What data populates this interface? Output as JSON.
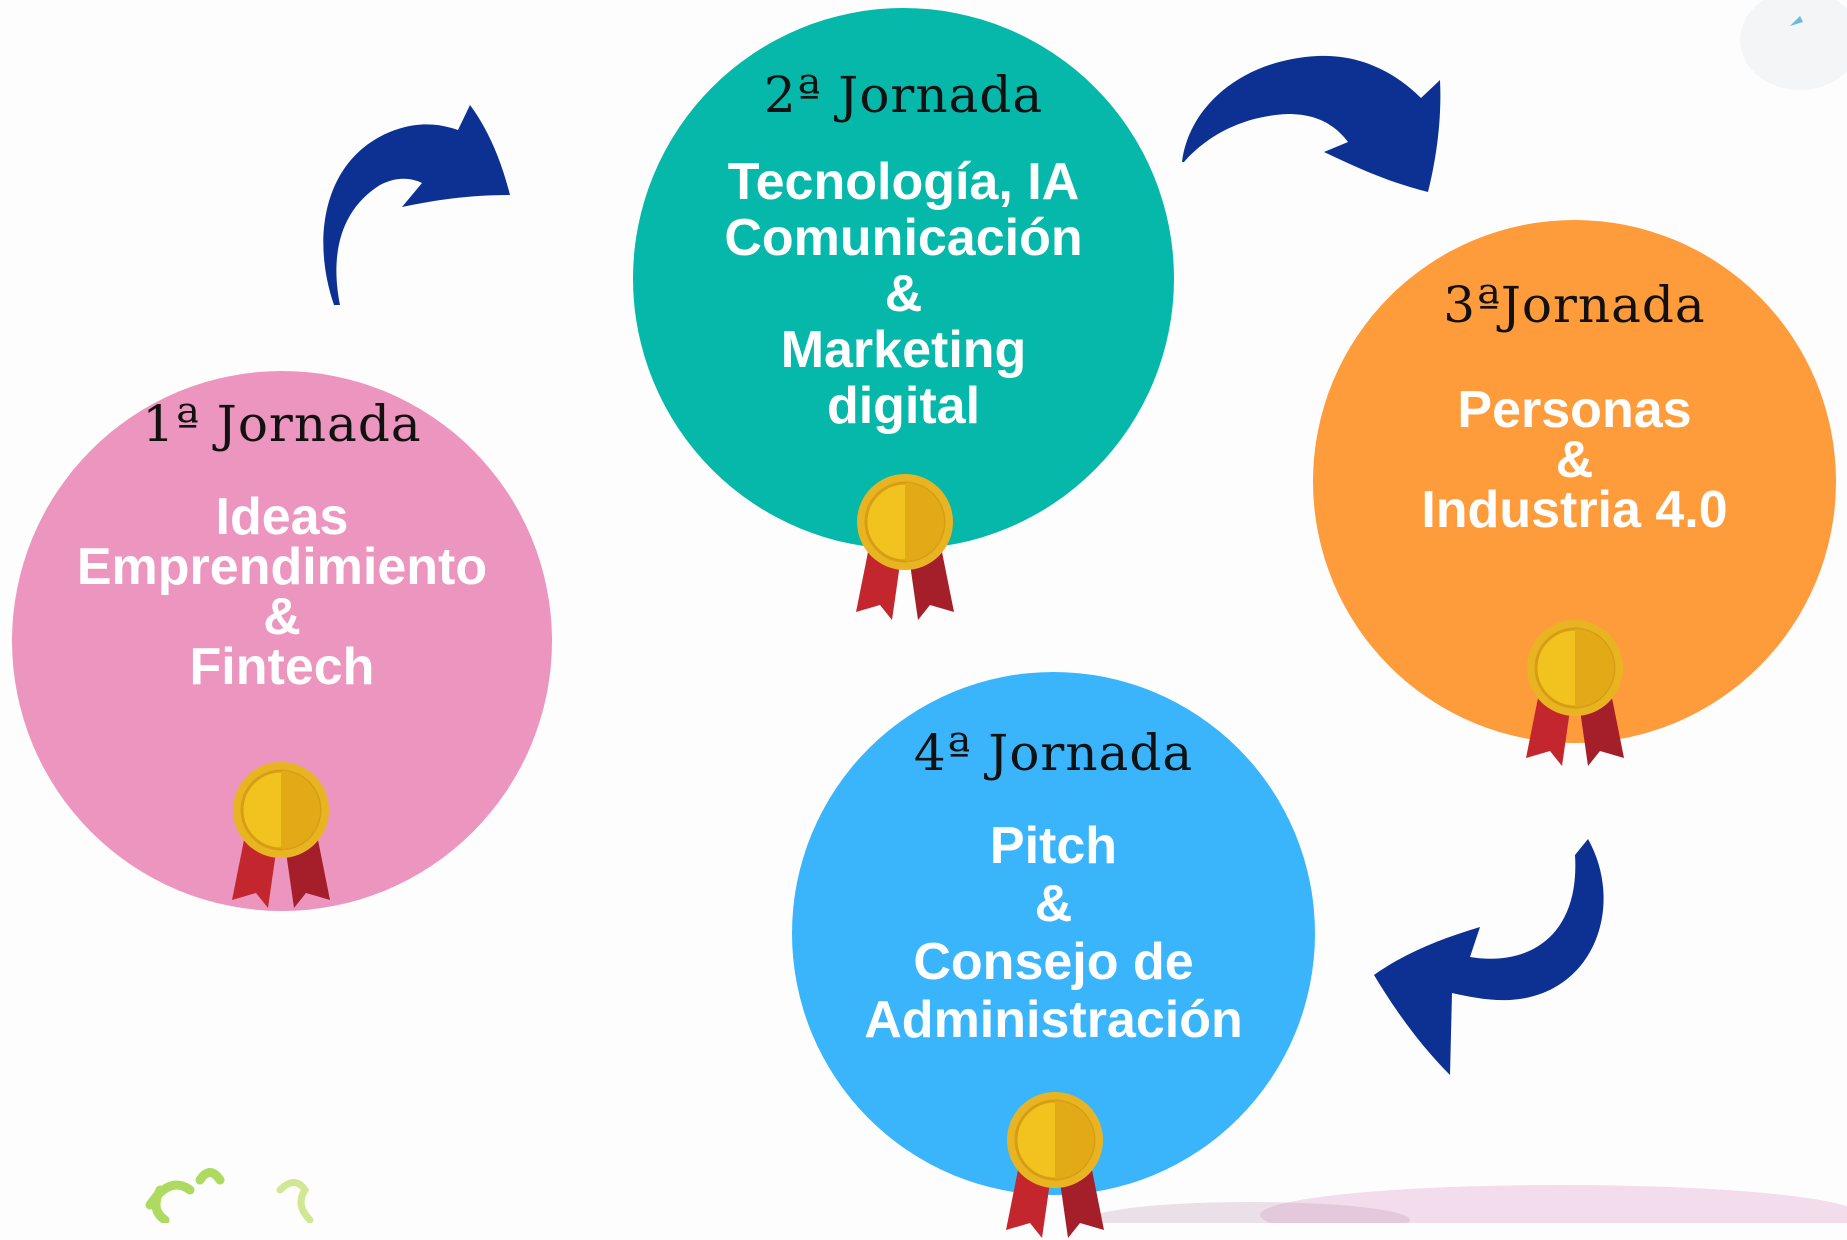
{
  "colors": {
    "pink": "#ec96bf",
    "teal": "#05b8a9",
    "orange": "#fe9b3a",
    "blue": "#3ab5fc",
    "arrow": "#0d3192",
    "medal_gold": "#f2bf1f",
    "medal_ribbon": "#c4262e"
  },
  "stages": [
    {
      "heading": "1ª Jornada",
      "topic_lines": [
        "Ideas",
        "Emprendimiento",
        "&",
        "Fintech"
      ]
    },
    {
      "heading": "2ª Jornada",
      "topic_lines": [
        "Tecnología, IA",
        "Comunicación",
        "&",
        "Marketing",
        "digital"
      ]
    },
    {
      "heading": "3ªJornada",
      "topic_lines": [
        "Personas",
        "&",
        "Industria 4.0"
      ]
    },
    {
      "heading": "4ª Jornada",
      "topic_lines": [
        "Pitch",
        "&",
        "Consejo de",
        "Administración"
      ]
    }
  ],
  "icons": {
    "medal": "award-medal-icon",
    "arrow": "curved-arrow-icon"
  }
}
